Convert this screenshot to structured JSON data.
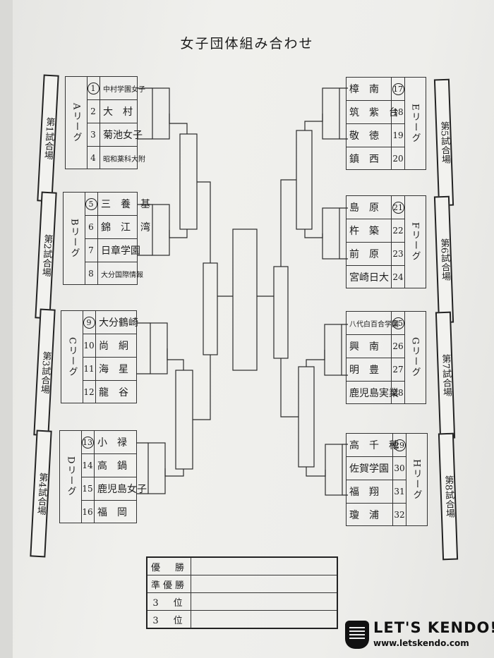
{
  "title": "女子団体組み合わせ",
  "venues": [
    "第1試合場",
    "第2試合場",
    "第3試合場",
    "第4試合場",
    "第5試合場",
    "第6試合場",
    "第7試合場",
    "第8試合場"
  ],
  "leagues": [
    {
      "label": "Aリーグ",
      "teams": [
        {
          "no": "1",
          "name": "中村学園女子",
          "seed": true
        },
        {
          "no": "2",
          "name": "大　村"
        },
        {
          "no": "3",
          "name": "菊池女子"
        },
        {
          "no": "4",
          "name": "昭和薬科大附"
        }
      ]
    },
    {
      "label": "Bリーグ",
      "teams": [
        {
          "no": "5",
          "name": "三　養　基",
          "seed": true
        },
        {
          "no": "6",
          "name": "錦　江　湾"
        },
        {
          "no": "7",
          "name": "日章学園"
        },
        {
          "no": "8",
          "name": "大分国際情報"
        }
      ]
    },
    {
      "label": "Cリーグ",
      "teams": [
        {
          "no": "9",
          "name": "大分鶴崎",
          "seed": true
        },
        {
          "no": "10",
          "name": "尚　絅"
        },
        {
          "no": "11",
          "name": "海　星"
        },
        {
          "no": "12",
          "name": "龍　谷"
        }
      ]
    },
    {
      "label": "Dリーグ",
      "teams": [
        {
          "no": "13",
          "name": "小　禄",
          "seed": true
        },
        {
          "no": "14",
          "name": "高　鍋"
        },
        {
          "no": "15",
          "name": "鹿児島女子"
        },
        {
          "no": "16",
          "name": "福　岡"
        }
      ]
    },
    {
      "label": "Eリーグ",
      "teams": [
        {
          "no": "17",
          "name": "樟　南",
          "seed": true
        },
        {
          "no": "18",
          "name": "筑　紫　台"
        },
        {
          "no": "19",
          "name": "敬　徳"
        },
        {
          "no": "20",
          "name": "鎮　西"
        }
      ]
    },
    {
      "label": "Fリーグ",
      "teams": [
        {
          "no": "21",
          "name": "島　原",
          "seed": true
        },
        {
          "no": "22",
          "name": "杵　築"
        },
        {
          "no": "23",
          "name": "前　原"
        },
        {
          "no": "24",
          "name": "宮崎日大"
        }
      ]
    },
    {
      "label": "Gリーグ",
      "teams": [
        {
          "no": "25",
          "name": "八代白百合学園",
          "seed": true
        },
        {
          "no": "26",
          "name": "興　南"
        },
        {
          "no": "27",
          "name": "明　豊"
        },
        {
          "no": "28",
          "name": "鹿児島実業"
        }
      ]
    },
    {
      "label": "Hリーグ",
      "teams": [
        {
          "no": "29",
          "name": "高　千　穂",
          "seed": true
        },
        {
          "no": "30",
          "name": "佐賀学園"
        },
        {
          "no": "31",
          "name": "福　翔"
        },
        {
          "no": "32",
          "name": "瓊　浦"
        }
      ]
    }
  ],
  "results": [
    "優　勝",
    "準優勝",
    "3　位",
    "3　位"
  ],
  "logo": {
    "main": "LET'S KENDO!!",
    "url": "www.letskendo.com"
  }
}
